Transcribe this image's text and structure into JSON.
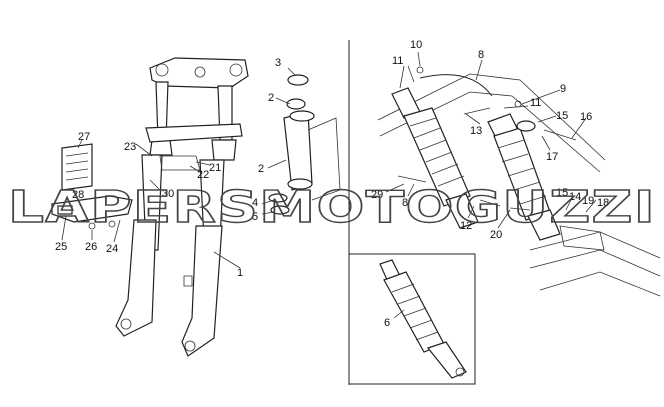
{
  "watermark": "LAPERSMOTOGUZZI",
  "labels": [
    "1",
    "2",
    "2",
    "3",
    "4",
    "5",
    "6",
    "8",
    "8",
    "9",
    "10",
    "11",
    "11",
    "12",
    "13",
    "14",
    "15",
    "15",
    "16",
    "17",
    "18",
    "19",
    "20",
    "21",
    "22",
    "23",
    "24",
    "25",
    "26",
    "27",
    "28",
    "29",
    "30"
  ],
  "colors": {
    "ink": "#222222",
    "background": "#ffffff"
  }
}
